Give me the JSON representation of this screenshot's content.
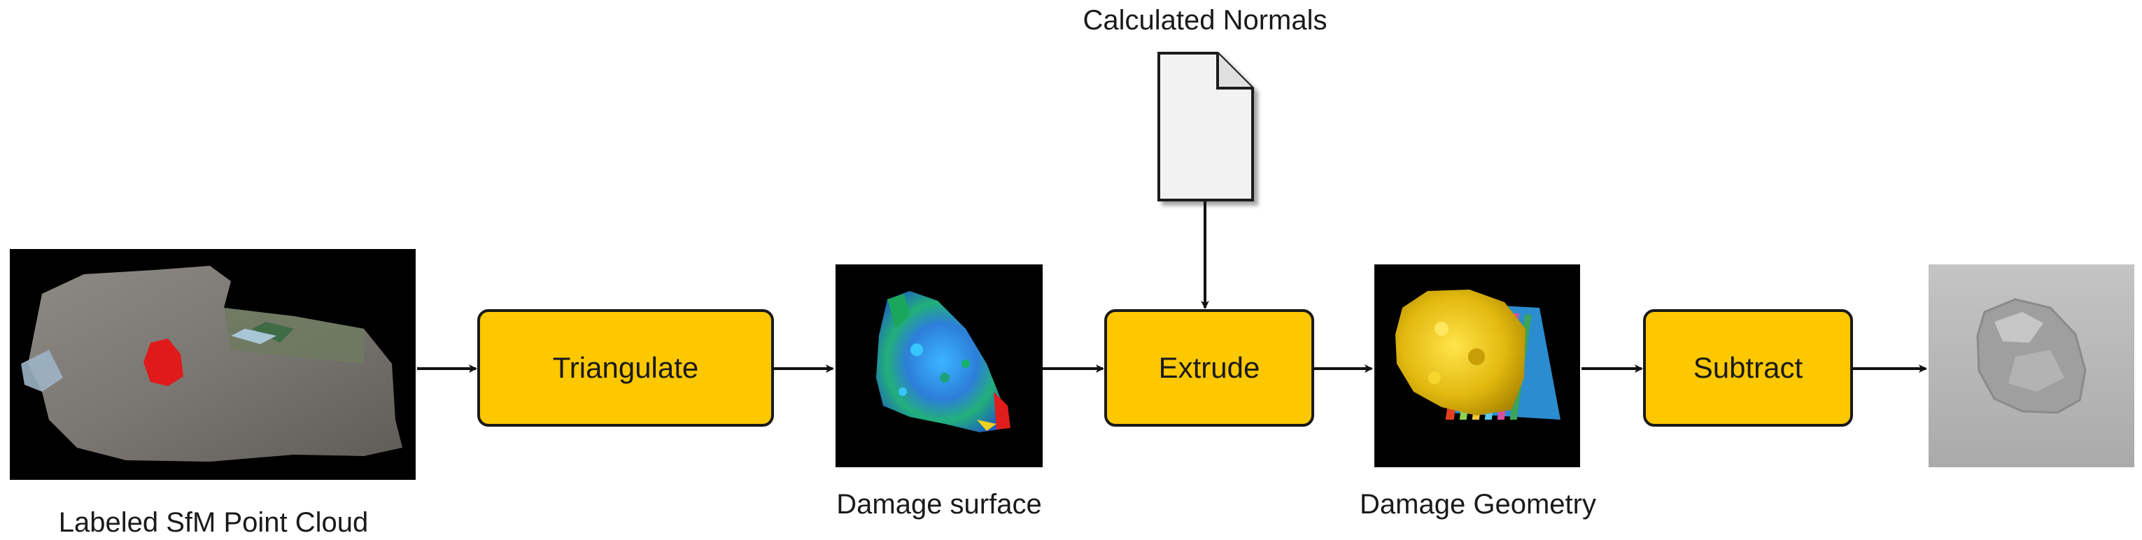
{
  "diagram": {
    "normals_label": "Calculated Normals",
    "steps": {
      "triangulate": "Triangulate",
      "extrude": "Extrude",
      "subtract": "Subtract"
    },
    "images": {
      "point_cloud": "Labeled SfM Point Cloud",
      "damage_surface": "Damage surface",
      "damage_geometry": "Damage Geometry"
    },
    "colors": {
      "process_box": "#FDC800",
      "box_border": "#1a1a1a",
      "arrow": "#111111",
      "image_bg": "#000000",
      "result_bg": "#b7b7b7"
    }
  }
}
